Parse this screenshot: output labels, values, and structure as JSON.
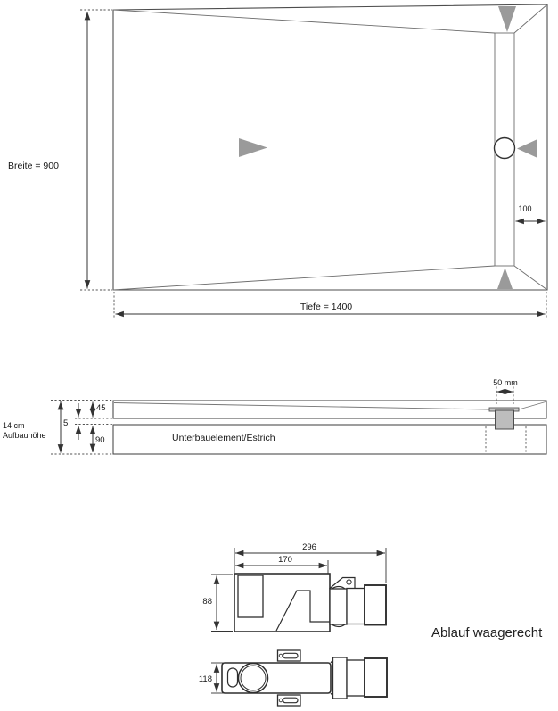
{
  "colors": {
    "surface": "#e7e7e7",
    "board": "#e3e3e3",
    "estrich": "#e9e9e9",
    "channel": "#d2d2d2",
    "arrow": "#9a9a9a",
    "pocket": "#bdbdbd"
  },
  "plan_view": {
    "width_label": "Breite = 900",
    "depth_label": "Tiefe = 1400",
    "drain_offset_label": "100"
  },
  "section_view": {
    "height_label_line1": "14 cm",
    "height_label_line2": "Aufbauhöhe",
    "gap_label": "5",
    "board_thickness_label": "45",
    "substructure_thickness_label": "90",
    "substructure_label": "Unterbauelement/Estrich",
    "channel_width_label": "50 mm"
  },
  "drain_side_view": {
    "total_length_label": "296",
    "body_length_label": "170",
    "height_label": "88"
  },
  "drain_plan_view": {
    "width_label": "118"
  },
  "caption": "Ablauf waagerecht"
}
